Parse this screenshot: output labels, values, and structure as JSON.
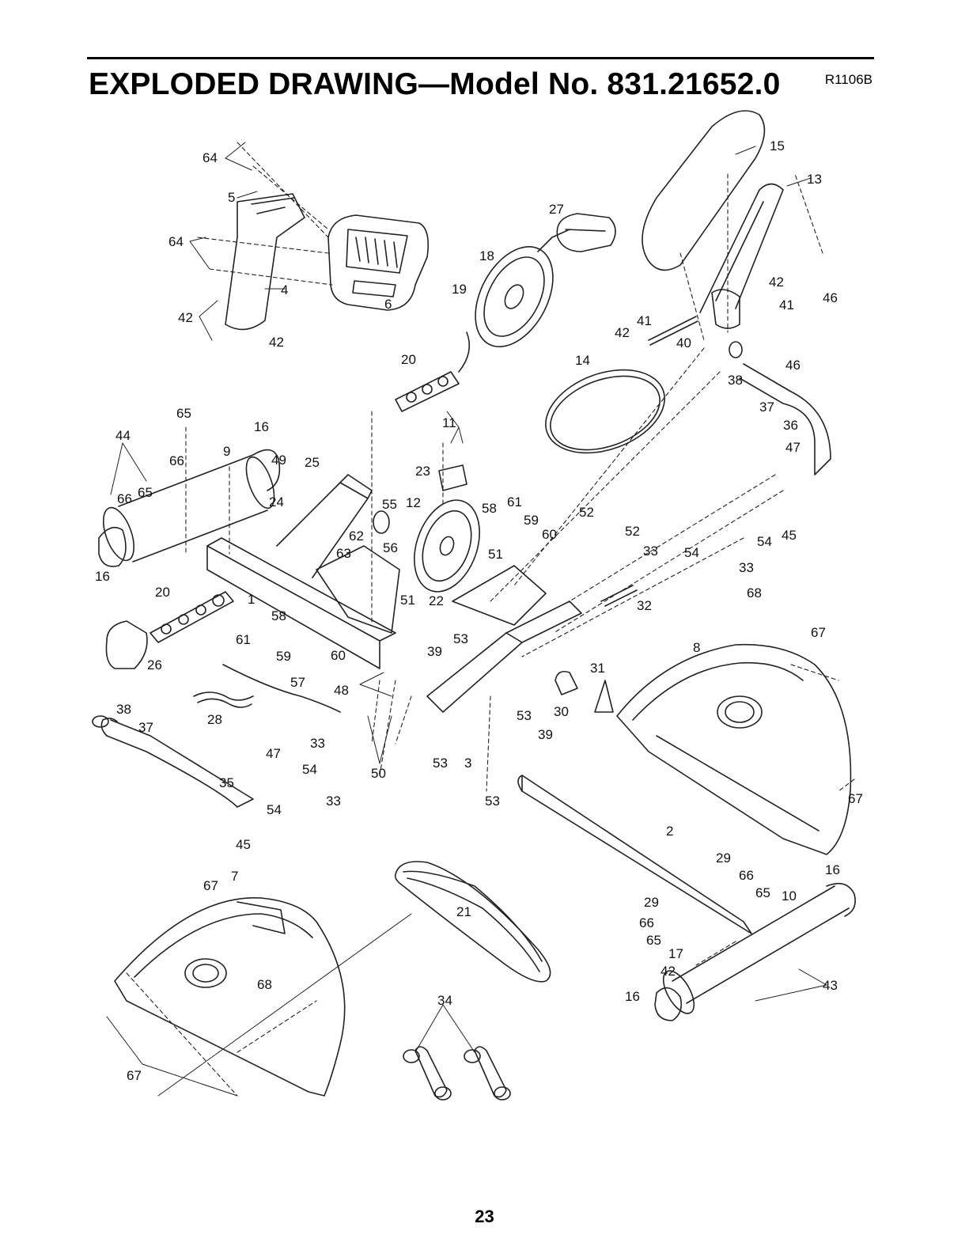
{
  "header": {
    "title": "EXPLODED DRAWING—Model No. 831.21652.0",
    "revision": "R1106B"
  },
  "page_number": "23",
  "part_callouts": [
    "1",
    "2",
    "3",
    "4",
    "5",
    "6",
    "7",
    "8",
    "9",
    "10",
    "11",
    "12",
    "13",
    "14",
    "15",
    "16",
    "17",
    "18",
    "19",
    "20",
    "21",
    "22",
    "23",
    "24",
    "25",
    "26",
    "27",
    "28",
    "29",
    "30",
    "31",
    "32",
    "33",
    "34",
    "35",
    "36",
    "37",
    "38",
    "39",
    "40",
    "41",
    "42",
    "43",
    "44",
    "45",
    "46",
    "47",
    "48",
    "49",
    "50",
    "51",
    "52",
    "53",
    "54",
    "55",
    "56",
    "57",
    "58",
    "59",
    "60",
    "61",
    "62",
    "63",
    "64",
    "65",
    "66",
    "67",
    "68"
  ]
}
